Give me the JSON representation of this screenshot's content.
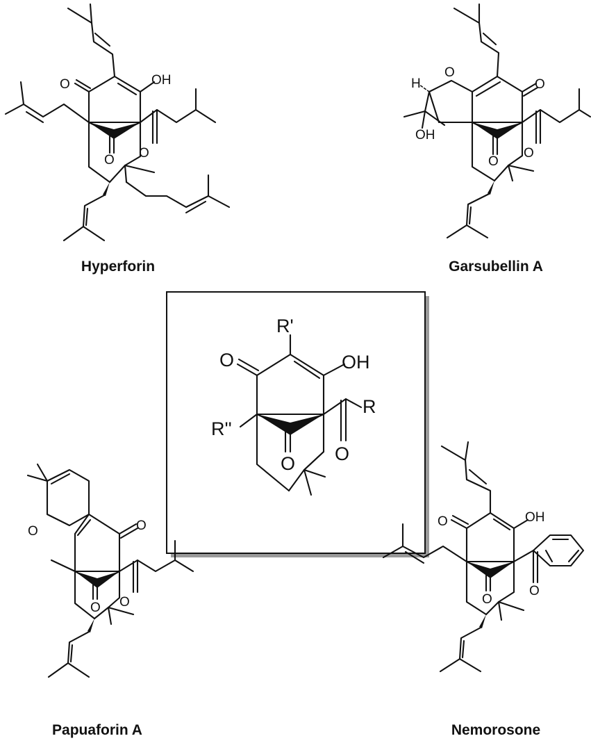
{
  "molecules": [
    {
      "id": "hyperforin",
      "name": "Hyperforin",
      "atom_labels": {
        "ketone_c": "O",
        "hydroxyl": "OH",
        "bridge_ketone": "O",
        "acyl_ketone": "O"
      }
    },
    {
      "id": "garsubellin-a",
      "name": "Garsubellin A",
      "atom_labels": {
        "stereo_h": "H",
        "ring_oxygen": "O",
        "ketone": "O",
        "hydroxyl": "OH",
        "bridge_ketone": "O",
        "acyl_ketone": "O"
      }
    },
    {
      "id": "core",
      "name": "",
      "atom_labels": {
        "r_prime": "R'",
        "r_double_prime": "R''",
        "r": "R",
        "ketone": "O",
        "hydroxyl": "OH",
        "bridge_ketone": "O",
        "acyl_ketone": "O"
      }
    },
    {
      "id": "papuaforin-a",
      "name": "Papuaforin A",
      "atom_labels": {
        "ring_oxygen": "O",
        "ketone": "O",
        "bridge_ketone": "O",
        "acyl_ketone": "O"
      }
    },
    {
      "id": "nemorosone",
      "name": "Nemorosone",
      "atom_labels": {
        "ketone": "O",
        "hydroxyl": "OH",
        "bridge_ketone": "O",
        "acyl_ketone": "O"
      }
    }
  ]
}
